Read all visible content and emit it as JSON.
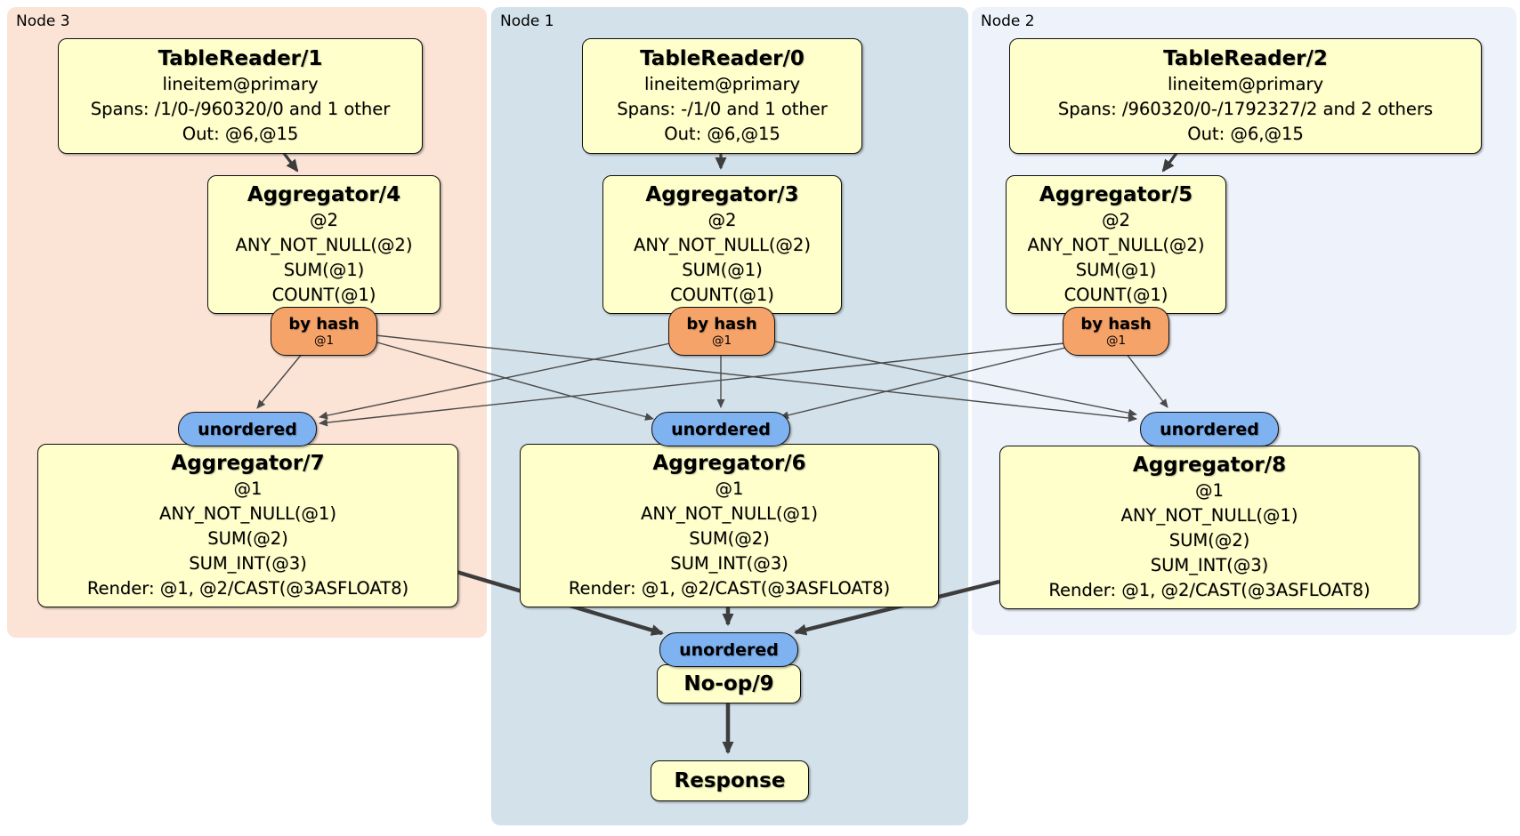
{
  "palette": {
    "node3_bg": "#fbe3d6",
    "node1_bg": "#d3e1ea",
    "node2_bg": "#edf2fb",
    "processor_bg": "#ffffcc",
    "router_bg": "#f5a369",
    "stream_bg": "#7fb2f1",
    "edge_thin": "#4a4a4a",
    "edge_thick": "#3d3d3d"
  },
  "nodes": [
    {
      "label": "Node 3"
    },
    {
      "label": "Node 1"
    },
    {
      "label": "Node 2"
    }
  ],
  "processors": {
    "tablereader1": {
      "title": "TableReader/1",
      "lines": [
        "lineitem@primary",
        "Spans: /1/0-/960320/0 and 1 other",
        "Out: @6,@15"
      ]
    },
    "tablereader0": {
      "title": "TableReader/0",
      "lines": [
        "lineitem@primary",
        "Spans: -/1/0 and 1 other",
        "Out: @6,@15"
      ]
    },
    "tablereader2": {
      "title": "TableReader/2",
      "lines": [
        "lineitem@primary",
        "Spans: /960320/0-/1792327/2 and 2 others",
        "Out: @6,@15"
      ]
    },
    "aggregator4": {
      "title": "Aggregator/4",
      "lines": [
        "@2",
        "ANY_NOT_NULL(@2)",
        "SUM(@1)",
        "COUNT(@1)"
      ]
    },
    "aggregator3": {
      "title": "Aggregator/3",
      "lines": [
        "@2",
        "ANY_NOT_NULL(@2)",
        "SUM(@1)",
        "COUNT(@1)"
      ]
    },
    "aggregator5": {
      "title": "Aggregator/5",
      "lines": [
        "@2",
        "ANY_NOT_NULL(@2)",
        "SUM(@1)",
        "COUNT(@1)"
      ]
    },
    "aggregator7": {
      "title": "Aggregator/7",
      "lines": [
        "@1",
        "ANY_NOT_NULL(@1)",
        "SUM(@2)",
        "SUM_INT(@3)",
        "Render: @1, @2/CAST(@3ASFLOAT8)"
      ]
    },
    "aggregator6": {
      "title": "Aggregator/6",
      "lines": [
        "@1",
        "ANY_NOT_NULL(@1)",
        "SUM(@2)",
        "SUM_INT(@3)",
        "Render: @1, @2/CAST(@3ASFLOAT8)"
      ]
    },
    "aggregator8": {
      "title": "Aggregator/8",
      "lines": [
        "@1",
        "ANY_NOT_NULL(@1)",
        "SUM(@2)",
        "SUM_INT(@3)",
        "Render: @1, @2/CAST(@3ASFLOAT8)"
      ]
    },
    "noop9": {
      "title": "No-op/9"
    },
    "response": {
      "title": "Response"
    }
  },
  "routers": {
    "byhash4": {
      "label": "by hash",
      "column": "@1"
    },
    "byhash3": {
      "label": "by hash",
      "column": "@1"
    },
    "byhash5": {
      "label": "by hash",
      "column": "@1"
    }
  },
  "streams": {
    "unordered7": {
      "label": "unordered"
    },
    "unordered6": {
      "label": "unordered"
    },
    "unordered8": {
      "label": "unordered"
    },
    "unordered9": {
      "label": "unordered"
    }
  }
}
